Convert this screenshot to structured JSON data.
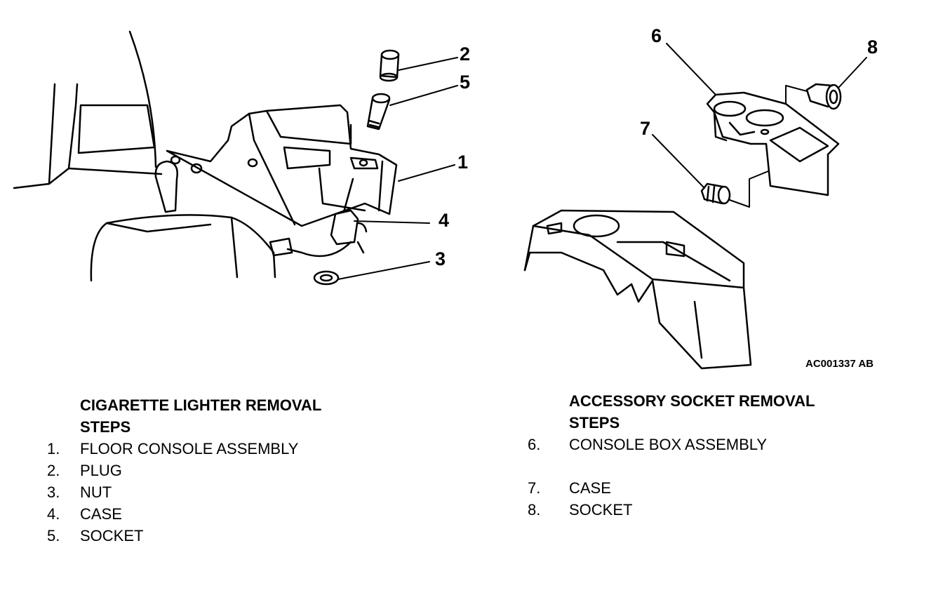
{
  "callouts": {
    "c1": "1",
    "c2": "2",
    "c3": "3",
    "c4": "4",
    "c5": "5",
    "c6": "6",
    "c7": "7",
    "c8": "8"
  },
  "figure_code": "AC001337 AB",
  "lighter": {
    "heading_line1": "CIGARETTE LIGHTER REMOVAL",
    "heading_line2": "STEPS",
    "steps": [
      {
        "num": "1.",
        "label": "FLOOR CONSOLE ASSEMBLY"
      },
      {
        "num": "2.",
        "label": "PLUG"
      },
      {
        "num": "3.",
        "label": "NUT"
      },
      {
        "num": "4.",
        "label": "CASE"
      },
      {
        "num": "5.",
        "label": "SOCKET"
      }
    ]
  },
  "accessory": {
    "heading_line1": "ACCESSORY SOCKET REMOVAL",
    "heading_line2": "STEPS",
    "steps": [
      {
        "num": "6.",
        "label": "CONSOLE BOX ASSEMBLY"
      },
      {
        "num": "7.",
        "label": "CASE"
      },
      {
        "num": "8.",
        "label": "SOCKET"
      }
    ]
  }
}
